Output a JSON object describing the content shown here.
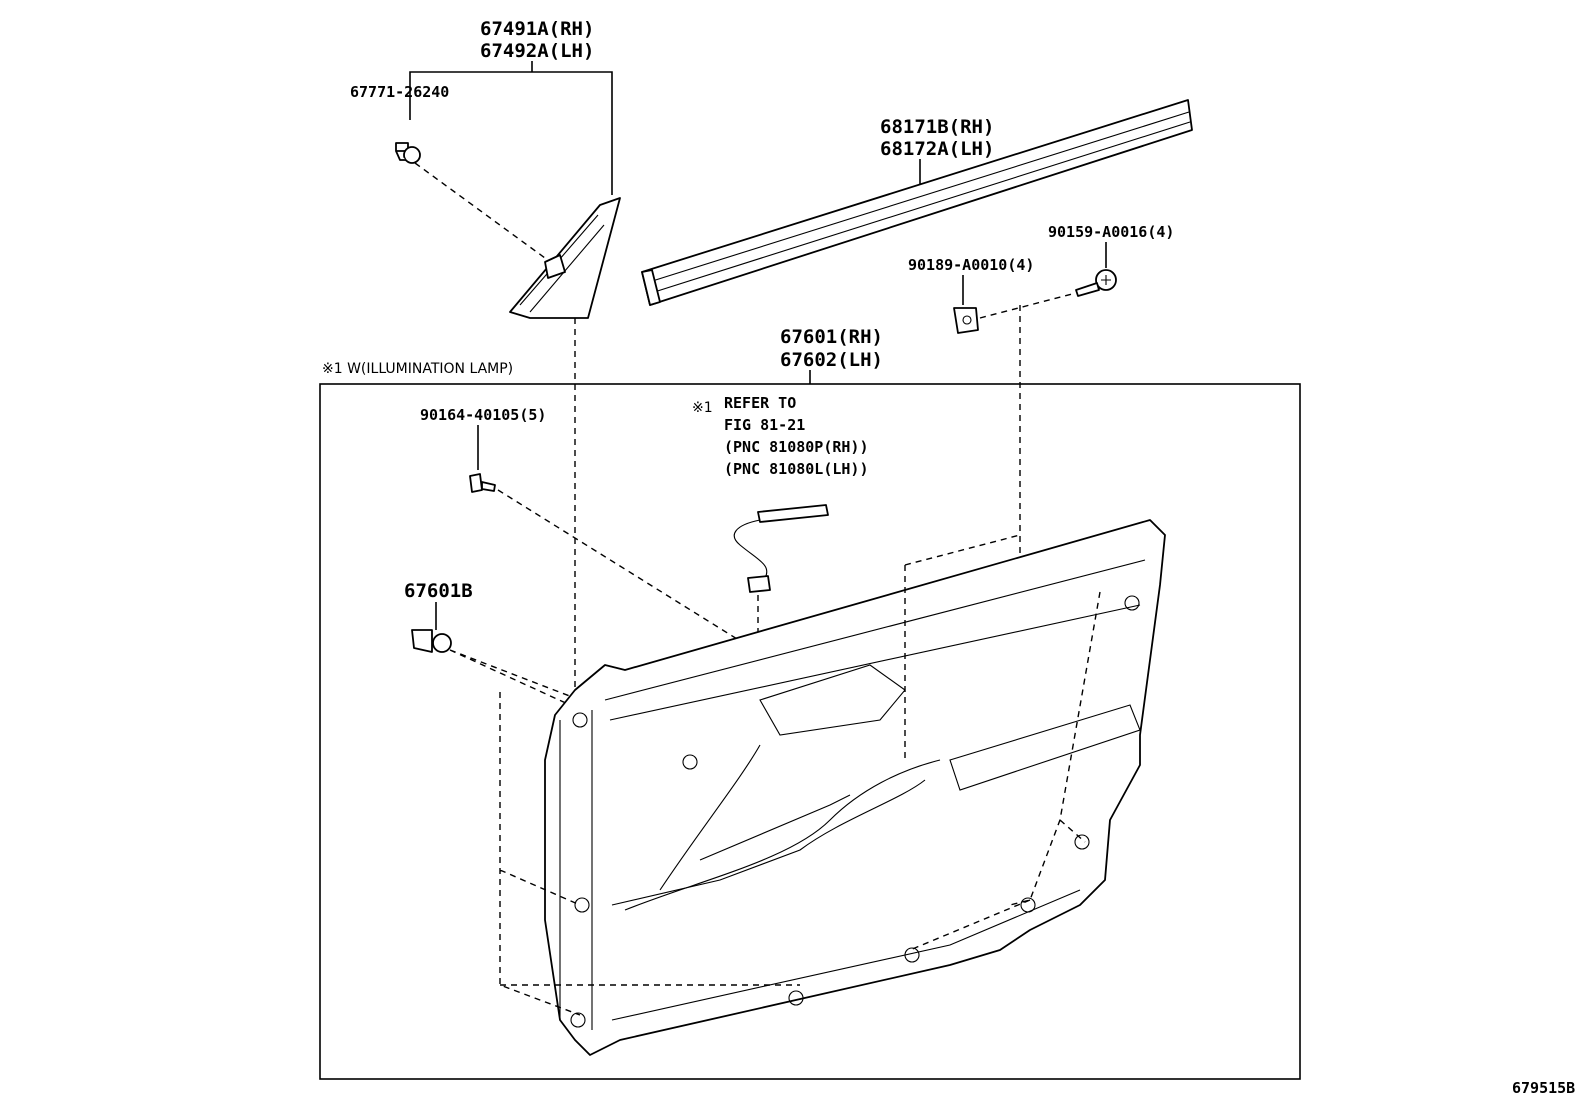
{
  "labels": {
    "p67491a": "67491A(RH)",
    "p67492a": "67492A(LH)",
    "p67771": "67771-26240",
    "p68171b": "68171B(RH)",
    "p68172a": "68172A(LH)",
    "p90159": "90159-A0016(4)",
    "p90189": "90189-A0010(4)",
    "p67601": "67601(RH)",
    "p67602": "67602(LH)",
    "note_w": "※1 W(ILLUMINATION LAMP)",
    "p90164": "90164-40105(5)",
    "p67601b": "67601B",
    "ref_mark": "※1",
    "ref_line1": "REFER TO",
    "ref_line2": "FIG 81-21",
    "ref_line3": "(PNC 81080P(RH))",
    "ref_line4": "(PNC 81080L(LH))",
    "figure_id": "679515B"
  }
}
